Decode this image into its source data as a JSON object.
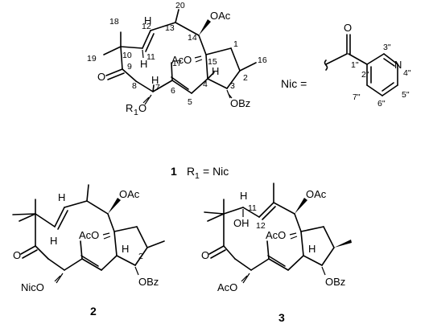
{
  "structure1": {
    "compound_number": "1",
    "r1_label": "R",
    "r1_sub": "1",
    "r1_value": "= Nic",
    "substituents": {
      "OAc14": "OAc",
      "AcO15": "AcO",
      "OBz3": "OBz",
      "R1O": "R",
      "R1O_sub": "1",
      "R1O_O": "O",
      "H12": "H",
      "H11": "H",
      "H7": "H",
      "H4": "H",
      "ketone_O": "O"
    },
    "atom_numbers": [
      "1",
      "2",
      "3",
      "4",
      "5",
      "6",
      "7",
      "8",
      "9",
      "10",
      "11",
      "12",
      "13",
      "14",
      "15",
      "16",
      "17",
      "18",
      "19",
      "20"
    ]
  },
  "nic_definition": {
    "label": "Nic =",
    "carbonyl_O": "O",
    "ring_N": "N",
    "atom_numbers": [
      "1\"",
      "2\"",
      "3\"",
      "4\"",
      "5\"",
      "6\"",
      "7\""
    ]
  },
  "structure2": {
    "compound_number": "2",
    "substituents": {
      "OAc": "OAc",
      "AcO": "AcO",
      "OBz": "OBz",
      "NicO": "NicO",
      "H_top": "H",
      "H_mid": "H",
      "H_right": "H",
      "ketone_O": "O",
      "num2": "2"
    }
  },
  "structure3": {
    "compound_number": "3",
    "substituents": {
      "OAc": "OAc",
      "AcO_ring": "AcO",
      "AcO_left": "AcO",
      "OBz": "OBz",
      "OH": "OH",
      "H11": "H",
      "H_right": "H",
      "ketone_O": "O",
      "num11": "11",
      "num12": "12"
    }
  }
}
